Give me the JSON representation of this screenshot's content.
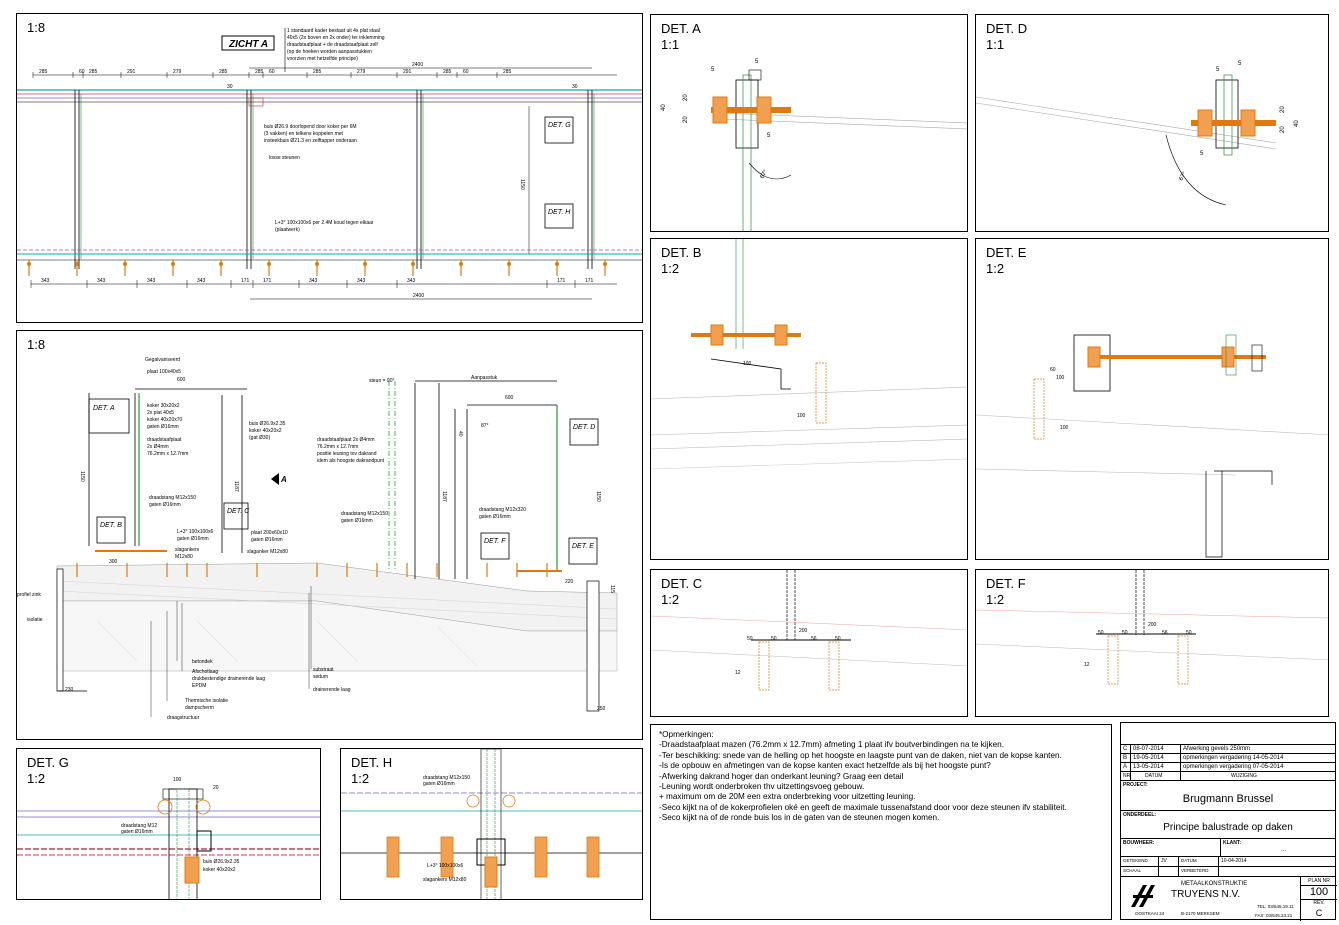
{
  "main_elevation": {
    "scale": "1:8",
    "view_label": "ZICHT A",
    "note_frame": "1 standaard kader bestaat uit 4x plat staal\n40x5 (2x boven en 2x onder) ter inklemming\ndraadstaafplaat + de draadstaafplaat zelf\n(op de hoeken worden aanpasstukken\nvoorzien met hetzelfde principe)",
    "note_tube": "buis Ø26.9 doorlopend door koker per 6M\n(3 vakken) en telkens koppelen met\ninsteekbuis Ø21.3 en zelftapper onderaan",
    "note_supports": "losse steunen",
    "note_angle": "L+3° 100x100x6 per 2.4M koud tegen elkaar\n(plaatwerk)",
    "top_dims": [
      "285",
      "60",
      "285",
      "291",
      "279",
      "285",
      "285",
      "60",
      "285",
      "279",
      "291",
      "285",
      "60",
      "285"
    ],
    "dim_2400": "2400",
    "dim_30": "30",
    "dim_1150": "1150",
    "bottom_dims": [
      "343",
      "343",
      "343",
      "343",
      "171",
      "171",
      "343",
      "343",
      "343",
      "171",
      "171"
    ],
    "det_g": "DET. G",
    "det_h": "DET. H"
  },
  "section": {
    "scale": "1:8",
    "label_gegalvaniseerd": "Gegalvaniseerd",
    "label_plaat100": "plaat 100x40x5",
    "dim_600": "600",
    "dim_600b": "600",
    "label_koker": "koker 30x20x2\n2x plat 40x5\nkoker 40x20x70\ngaten Ø16mm",
    "label_draadstaafplaat": "draadstaafplaat\n2x Ø4mm\n76.2mm x 12.7mm",
    "label_buis": "buis Ø26.9x2.35\nkoker 40x20x2\n(gat Ø30)",
    "label_draadstang1": "draadstang M12x150\ngaten Ø16mm",
    "label_angle": "L+3° 100x100x6\ngaten Ø16mm",
    "label_slagankers": "slagankers\nM12x80",
    "label_plaat200": "plaat 200x60x10\ngaten Ø16mm",
    "label_slaganker2": "slaganker M12x80",
    "label_steun": "steun = 90°",
    "label_aanpasstuk": "Aanpasstuk",
    "label_draadstaafplaat2": "draadstaafplaat 2x Ø4mm\n76.2mm x 12.7mm\npositie leuning tov dakrand\nidem als hoogste dakrandpunt",
    "label_draadstang2": "draadstang M12x150\ngaten Ø16mm",
    "label_draadstang3": "draadstang M12x320\ngaten Ø16mm",
    "label_betondek": "betondek",
    "label_drukbestendige": "Afschotlaag\ndrukbestendige drainerende laag\nEPDM",
    "label_thermische": "Thermische isolatie\ndampscherm",
    "label_draagstructuur": "draagstructuur",
    "label_substraat": "substraat\nsedum",
    "label_drainerende": "drainerende laag",
    "label_profiel": "profiel zink",
    "label_isolatie": "isolatie",
    "view_arrow": "A",
    "dim_1150": "1150",
    "dim_1187": "1187",
    "dim_1187b": "1187",
    "dim_1150b": "1150",
    "dim_300": "300",
    "dim_220": "220",
    "dim_230": "230",
    "dim_250": "250",
    "dim_115": "115",
    "dim_40": "40",
    "dim_87": "87°",
    "det_a": "DET. A",
    "det_b": "DET. B",
    "det_c": "DET. C",
    "det_d": "DET. D",
    "det_e": "DET. E",
    "det_f": "DET. F"
  },
  "details": {
    "a": {
      "title": "DET. A",
      "scale": "1:1",
      "dims": [
        "5",
        "5",
        "40",
        "20",
        "20",
        "5",
        "67°"
      ]
    },
    "b": {
      "title": "DET. B",
      "scale": "1:2",
      "dims": [
        "100",
        "100"
      ]
    },
    "c": {
      "title": "DET. C",
      "scale": "1:2",
      "dims": [
        "200",
        "50",
        "50",
        "56",
        "50",
        "12"
      ]
    },
    "d": {
      "title": "DET. D",
      "scale": "1:1",
      "dims": [
        "5",
        "5",
        "20",
        "20",
        "40",
        "5",
        "67°"
      ]
    },
    "e": {
      "title": "DET. E",
      "scale": "1:2",
      "dims": [
        "100",
        "60",
        "100"
      ]
    },
    "f": {
      "title": "DET. F",
      "scale": "1:2",
      "dims": [
        "200",
        "50",
        "50",
        "56",
        "50",
        "12"
      ]
    },
    "g": {
      "title": "DET. G",
      "scale": "1:2",
      "dims": [
        "100",
        "20"
      ],
      "labels": [
        "draadstang M12\ngaten Ø16mm",
        "buis Ø26.9x2.35",
        "koker 40x20x2"
      ]
    },
    "h": {
      "title": "DET. H",
      "scale": "1:2",
      "labels": [
        "draadstang M12x150\ngaten Ø16mm",
        "L+3° 100x100x6",
        "slagankers M12x80"
      ]
    }
  },
  "notes": {
    "heading": "*Opmerkingen:",
    "lines": [
      "-Draadstaafplaat mazen (76.2mm x 12.7mm) afmeting 1 plaat ifv boutverbindingen  na te kijken.",
      "-Ter beschikking: snede van de helling op het hoogste en laagste punt van de daken, niet van de kopse kanten.",
      "-Is de opbouw en afmetingen van de kopse kanten exact hetzelfde als bij het hoogste punt?",
      "-Afwerking dakrand hoger dan onderkant leuning? Graag een detail",
      "-Leuning wordt onderbroken thv uitzettingsvoeg gebouw.",
      " + maximum om de 20M een extra onderbreking voor uitzetting leuning.",
      "-Seco kijkt na of de kokerprofielen oké en geeft de maximale tussenafstand door voor deze steunen ifv stabiliteit.",
      "-Seco kijkt na of de ronde buis los in de gaten van de steunen mogen komen."
    ]
  },
  "title_block": {
    "revisions": [
      {
        "rev": "C",
        "date": "08-07-2014",
        "desc": "Afwerking gevels 250mm"
      },
      {
        "rev": "B",
        "date": "19-05-2014",
        "desc": "opmerkingen vergadering 14-05-2014"
      },
      {
        "rev": "A",
        "date": "13-05-2014",
        "desc": "opmerkingen vergadering 07-05-2014"
      }
    ],
    "hdr_nr": "NR",
    "hdr_datum": "DATUM",
    "hdr_wijziging": "WIJZIGING",
    "lbl_project": "PROJECT:",
    "project": "Brugmann Brussel",
    "lbl_onderdeel": "ONDERDEEL:",
    "onderdeel": "Principe balustrade op daken",
    "lbl_bouwheer": "BOUWHEER:",
    "lbl_klant": "KLANT:",
    "klant_value": "...",
    "lbl_getekend": "GETEKEND",
    "getekend": "JV",
    "lbl_datum": "DATUM",
    "datum": "10-04-2014",
    "lbl_schaal": "SCHAAL",
    "lbl_verbeterde": "VERBETERD",
    "company_line1": "METAALKONSTRUKTIE",
    "company_name": "TRUYENS  N.V.",
    "address1": "OOSTKAAI 24",
    "address2": "B-2170  MERKSEM",
    "tel": "TEL: 03/645.19.11",
    "fax": "FAX: 03/645.23.21",
    "lbl_plan": "PLAN NR",
    "plan_nr": "100",
    "lbl_rev": "REV.",
    "rev": "C"
  }
}
